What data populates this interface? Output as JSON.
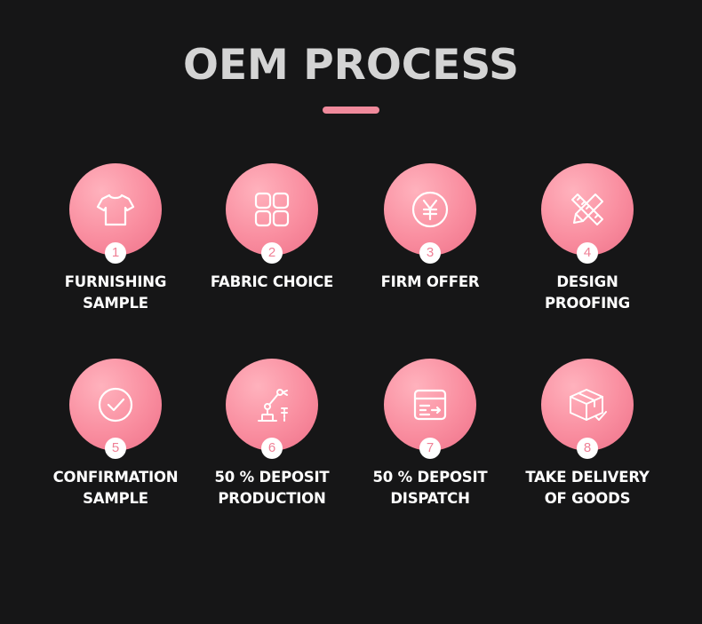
{
  "title": "OEM PROCESS",
  "accent_color": "#f08a9c",
  "steps": [
    {
      "number": "1",
      "icon": "t-shirt-icon",
      "line1": "FURNISHING",
      "line2": "SAMPLE"
    },
    {
      "number": "2",
      "icon": "grid-squares-icon",
      "line1": "FABRIC CHOICE",
      "line2": ""
    },
    {
      "number": "3",
      "icon": "yen-coin-icon",
      "line1": "FIRM OFFER",
      "line2": ""
    },
    {
      "number": "4",
      "icon": "pencil-ruler-icon",
      "line1": "DESIGN",
      "line2": "PROOFING"
    },
    {
      "number": "5",
      "icon": "check-circle-icon",
      "line1": "CONFIRMATION",
      "line2": "SAMPLE"
    },
    {
      "number": "6",
      "icon": "robot-arm-icon",
      "line1": "50 % DEPOSIT",
      "line2": "PRODUCTION"
    },
    {
      "number": "7",
      "icon": "dispatch-box-icon",
      "line1": "50 % DEPOSIT",
      "line2": "DISPATCH"
    },
    {
      "number": "8",
      "icon": "package-delivery-icon",
      "line1": "TAKE DELIVERY",
      "line2": "OF GOODS"
    }
  ]
}
